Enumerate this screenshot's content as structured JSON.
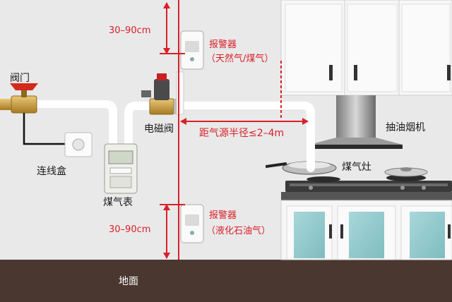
{
  "labels": {
    "valve": "阀门",
    "junction_box": "连线盒",
    "gas_meter": "煤气表",
    "solenoid_valve": "电磁阀",
    "range_hood": "抽油烟机",
    "gas_stove": "煤气灶",
    "floor": "地面",
    "alarm_top_line1": "报警器",
    "alarm_top_line2": "（天然气/煤气）",
    "alarm_bottom_line1": "报警器",
    "alarm_bottom_line2": "（液化石油气）",
    "height_top": "30–90cm",
    "height_bottom": "30–90cm",
    "distance": "距气源半径≤2–4m"
  },
  "colors": {
    "wall": "#e9e9e9",
    "floor": "#4a3730",
    "pipe": "#ffffff",
    "accent_red": "#d8202a",
    "valve_red": "#d42a1e",
    "brass": "#c9a24a",
    "cabinet": "#f6f6f6",
    "glass": "#8fc9cc",
    "hood": "#3a3a3a"
  }
}
